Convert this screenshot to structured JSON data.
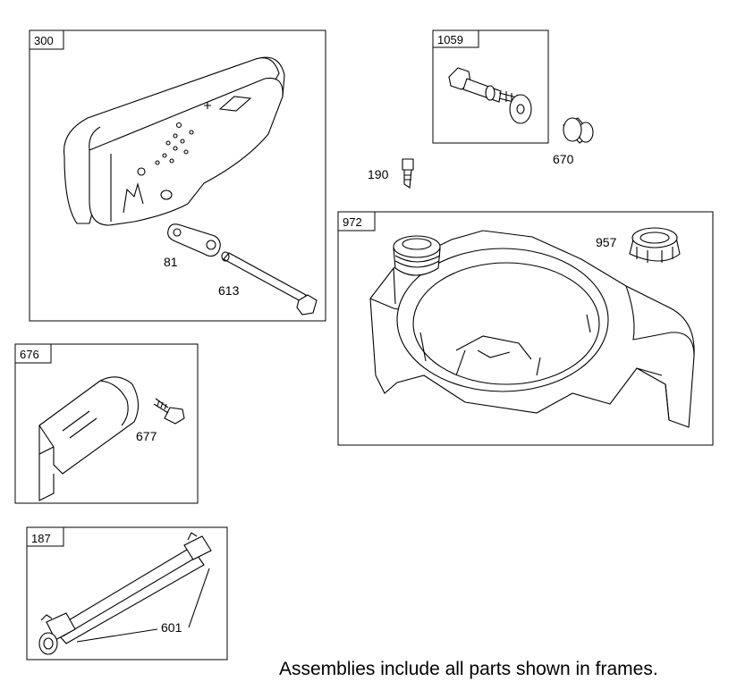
{
  "frames": [
    {
      "id": "300"
    },
    {
      "id": "1059"
    },
    {
      "id": "972"
    },
    {
      "id": "676"
    },
    {
      "id": "187"
    }
  ],
  "parts": {
    "p81": "81",
    "p613": "613",
    "p670": "670",
    "p190": "190",
    "p957": "957",
    "p677": "677",
    "p601": "601"
  },
  "footer_note": "Assemblies include all parts shown in frames."
}
